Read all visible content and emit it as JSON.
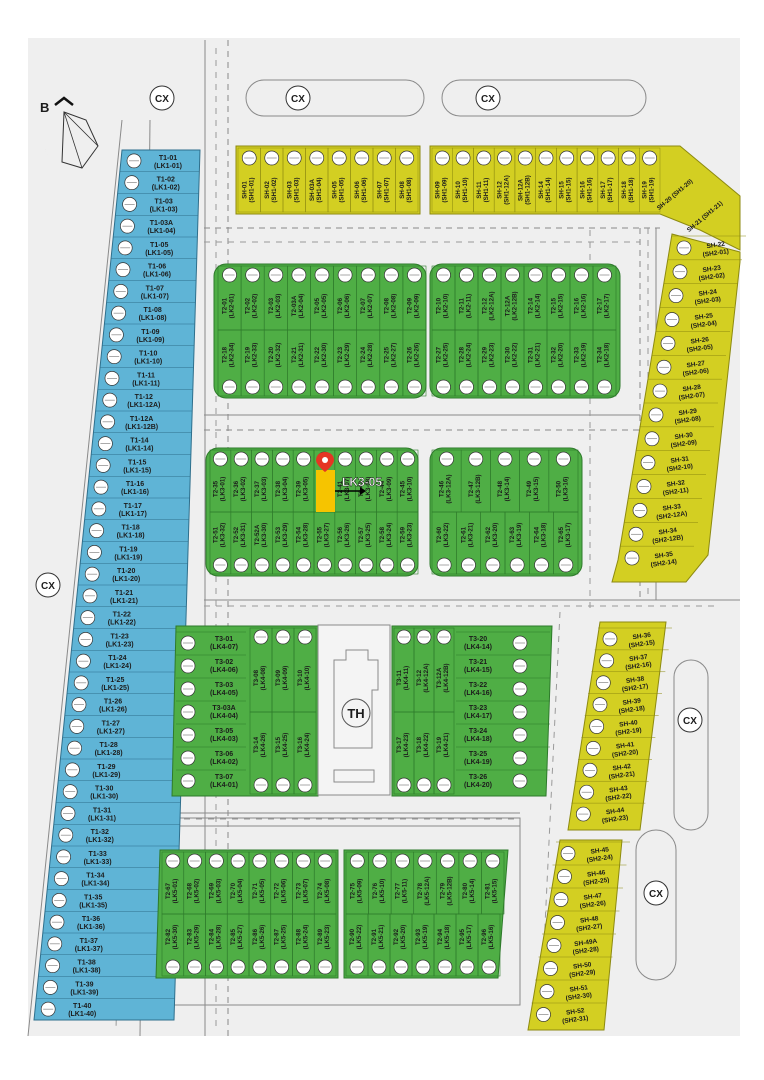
{
  "map": {
    "colors": {
      "paper": "#efefef",
      "road": "#f7f7f7",
      "green": "#4fae45",
      "greenEdge": "#2e7a2b",
      "yellow": "#d3cf22",
      "yellowEdge": "#8d8a10",
      "blue": "#5fb4d6",
      "blueEdge": "#2f6f8c",
      "highlight": "#f6c400",
      "pin": "#e53524",
      "kerb": "#8a8a8a"
    },
    "compass": {
      "letter": "B",
      "icon": "north-arrow-compass-icon"
    },
    "cx_labels": [
      "CX",
      "CX",
      "CX",
      "CX",
      "CX",
      "CX"
    ],
    "amenity_label": "TH",
    "highlight_label": "LK3-05",
    "t1_labels": [
      [
        "T1-01",
        "(LK1-01)"
      ],
      [
        "T1-02",
        "(LK1-02)"
      ],
      [
        "T1-03",
        "(LK1-03)"
      ],
      [
        "T1-03A",
        "(LK1-04)"
      ],
      [
        "T1-05",
        "(LK1-05)"
      ],
      [
        "T1-06",
        "(LK1-06)"
      ],
      [
        "T1-07",
        "(LK1-07)"
      ],
      [
        "T1-08",
        "(LK1-08)"
      ],
      [
        "T1-09",
        "(LK1-09)"
      ],
      [
        "T1-10",
        "(LK1-10)"
      ],
      [
        "T1-11",
        "(LK1-11)"
      ],
      [
        "T1-12",
        "(LK1-12A)"
      ],
      [
        "T1-12A",
        "(LK1-12B)"
      ],
      [
        "T1-14",
        "(LK1-14)"
      ],
      [
        "T1-15",
        "(LK1-15)"
      ],
      [
        "T1-16",
        "(LK1-16)"
      ],
      [
        "T1-17",
        "(LK1-17)"
      ],
      [
        "T1-18",
        "(LK1-18)"
      ],
      [
        "T1-19",
        "(LK1-19)"
      ],
      [
        "T1-20",
        "(LK1-20)"
      ],
      [
        "T1-21",
        "(LK1-21)"
      ],
      [
        "T1-22",
        "(LK1-22)"
      ],
      [
        "T1-23",
        "(LK1-23)"
      ],
      [
        "T1-24",
        "(LK1-24)"
      ],
      [
        "T1-25",
        "(LK1-25)"
      ],
      [
        "T1-26",
        "(LK1-26)"
      ],
      [
        "T1-27",
        "(LK1-27)"
      ],
      [
        "T1-28",
        "(LK1-28)"
      ],
      [
        "T1-29",
        "(LK1-29)"
      ],
      [
        "T1-30",
        "(LK1-30)"
      ],
      [
        "T1-31",
        "(LK1-31)"
      ],
      [
        "T1-32",
        "(LK1-32)"
      ],
      [
        "T1-33",
        "(LK1-33)"
      ],
      [
        "T1-34",
        "(LK1-34)"
      ],
      [
        "T1-35",
        "(LK1-35)"
      ],
      [
        "T1-36",
        "(LK1-36)"
      ],
      [
        "T1-37",
        "(LK1-37)"
      ],
      [
        "T1-38",
        "(LK1-38)"
      ],
      [
        "T1-39",
        "(LK1-39)"
      ],
      [
        "T1-40",
        "(LK1-40)"
      ]
    ],
    "sh_top_row": [
      [
        "SH-01",
        "(SH1-01)"
      ],
      [
        "SH-02",
        "(SH1-02)"
      ],
      [
        "SH-03",
        "(SH1-03)"
      ],
      [
        "SH-03A",
        "(SH1-04)"
      ],
      [
        "SH-05",
        "(SH1-05)"
      ],
      [
        "SH-06",
        "(SH1-06)"
      ],
      [
        "SH-07",
        "(SH1-07)"
      ],
      [
        "SH-08",
        "(SH1-08)"
      ],
      [
        "SH-09",
        "(SH1-09)"
      ],
      [
        "SH-10",
        "(SH1-10)"
      ],
      [
        "SH-11",
        "(SH1-11)"
      ],
      [
        "SH-12",
        "(SH1-12A)"
      ],
      [
        "SH-12A",
        "(SH1-12B)"
      ],
      [
        "SH-14",
        "(SH1-14)"
      ],
      [
        "SH-15",
        "(SH1-15)"
      ],
      [
        "SH-16",
        "(SH1-16)"
      ],
      [
        "SH-17",
        "(SH1-17)"
      ],
      [
        "SH-18",
        "(SH1-18)"
      ],
      [
        "SH-19",
        "(SH1-19)"
      ],
      [
        "SH-20",
        "(SH1-20)"
      ],
      [
        "SH-21",
        "(SH1-21)"
      ]
    ],
    "sh_right_col": [
      [
        "SH-22",
        "(SH2-01)"
      ],
      [
        "SH-23",
        "(SH2-02)"
      ],
      [
        "SH-24",
        "(SH2-03)"
      ],
      [
        "SH-25",
        "(SH2-04)"
      ],
      [
        "SH-26",
        "(SH2-05)"
      ],
      [
        "SH-27",
        "(SH2-06)"
      ],
      [
        "SH-28",
        "(SH2-07)"
      ],
      [
        "SH-29",
        "(SH2-08)"
      ],
      [
        "SH-30",
        "(SH2-09)"
      ],
      [
        "SH-31",
        "(SH2-10)"
      ],
      [
        "SH-32",
        "(SH2-11)"
      ],
      [
        "SH-33",
        "(SH2-12A)"
      ],
      [
        "SH-34",
        "(SH2-12B)"
      ],
      [
        "SH-35",
        "(SH2-14)"
      ]
    ],
    "sh_lower_col": [
      [
        "SH-36",
        "(SH2-15)"
      ],
      [
        "SH-37",
        "(SH2-16)"
      ],
      [
        "SH-38",
        "(SH2-17)"
      ],
      [
        "SH-39",
        "(SH2-18)"
      ],
      [
        "SH-40",
        "(SH2-19)"
      ],
      [
        "SH-41",
        "(SH2-20)"
      ],
      [
        "SH-42",
        "(SH2-21)"
      ],
      [
        "SH-43",
        "(SH2-22)"
      ],
      [
        "SH-44",
        "(SH2-23)"
      ]
    ],
    "sh_bottom_col": [
      [
        "SH-45",
        "(SH2-24)"
      ],
      [
        "SH-46",
        "(SH2-25)"
      ],
      [
        "SH-47",
        "(SH2-26)"
      ],
      [
        "SH-48",
        "(SH2-27)"
      ],
      [
        "SH-49A",
        "(SH2-28)"
      ],
      [
        "SH-50",
        "(SH2-29)"
      ],
      [
        "SH-51",
        "(SH2-30)"
      ],
      [
        "SH-52",
        "(SH2-31)"
      ]
    ],
    "t2_block1_top": [
      [
        "T2-01",
        "(LK2-01)"
      ],
      [
        "T2-02",
        "(LK2-02)"
      ],
      [
        "T2-03",
        "(LK2-03)"
      ],
      [
        "T2-03A",
        "(LK2-04)"
      ],
      [
        "T2-05",
        "(LK2-05)"
      ],
      [
        "T2-06",
        "(LK2-06)"
      ],
      [
        "T2-07",
        "(LK2-07)"
      ],
      [
        "T2-08",
        "(LK2-08)"
      ],
      [
        "T2-09",
        "(LK2-09)"
      ],
      [
        "T2-10",
        "(LK2-10)"
      ],
      [
        "T2-11",
        "(LK2-11)"
      ],
      [
        "T2-12",
        "(LK2-12A)"
      ],
      [
        "T2-12A",
        "(LK2-12B)"
      ],
      [
        "T2-14",
        "(LK2-14)"
      ],
      [
        "T2-15",
        "(LK2-15)"
      ],
      [
        "T2-16",
        "(LK2-16)"
      ],
      [
        "T2-17",
        "(LK2-17)"
      ]
    ],
    "t2_block1_bottom": [
      [
        "T2-18",
        "(LK2-34)"
      ],
      [
        "T2-19",
        "(LK2-33)"
      ],
      [
        "T2-20",
        "(LK2-32)"
      ],
      [
        "T2-21",
        "(LK2-31)"
      ],
      [
        "T2-22",
        "(LK2-30)"
      ],
      [
        "T2-23",
        "(LK2-29)"
      ],
      [
        "T2-24",
        "(LK2-28)"
      ],
      [
        "T2-25",
        "(LK2-27)"
      ],
      [
        "T2-26",
        "(LK2-26)"
      ],
      [
        "T2-27",
        "(LK2-25)"
      ],
      [
        "T2-28",
        "(LK2-24)"
      ],
      [
        "T2-29",
        "(LK2-23)"
      ],
      [
        "T2-30",
        "(LK2-22)"
      ],
      [
        "T2-31",
        "(LK2-21)"
      ],
      [
        "T2-32",
        "(LK2-20)"
      ],
      [
        "T2-33",
        "(LK2-19)"
      ],
      [
        "T2-34",
        "(LK2-18)"
      ]
    ],
    "t2_block2_top": [
      [
        "T2-35",
        "(LK3-01)"
      ],
      [
        "T2-36",
        "(LK3-02)"
      ],
      [
        "T2-37",
        "(LK3-03)"
      ],
      [
        "T2-38",
        "(LK3-04)"
      ],
      [
        "T2-39",
        "(LK3-05)"
      ],
      [
        "T2-40",
        "(LK3-06)"
      ],
      [
        "T2-41",
        "(LK3-07)"
      ],
      [
        "T2-42",
        "(LK3-08)"
      ],
      [
        "T2-44",
        "(LK3-09)"
      ],
      [
        "T2-45",
        "(LK3-10)"
      ],
      [
        "T2-46",
        "(LK3-12A)"
      ],
      [
        "T2-47",
        "(LK3-12B)"
      ],
      [
        "T2-48",
        "(LK3-14)"
      ],
      [
        "T2-49",
        "(LK3-15)"
      ],
      [
        "T2-50",
        "(LK3-16)"
      ]
    ],
    "t2_block2_bottom": [
      [
        "T2-51",
        "(LK3-32)"
      ],
      [
        "T2-52",
        "(LK3-31)"
      ],
      [
        "T2-52A",
        "(LK3-30)"
      ],
      [
        "T2-53",
        "(LK3-29)"
      ],
      [
        "T2-54",
        "(LK3-28)"
      ],
      [
        "T2-55",
        "(LK3-27)"
      ],
      [
        "T2-56",
        "(LK3-26)"
      ],
      [
        "T2-57",
        "(LK3-25)"
      ],
      [
        "T2-58",
        "(LK3-24)"
      ],
      [
        "T2-59",
        "(LK3-23)"
      ],
      [
        "T2-60",
        "(LK3-22)"
      ],
      [
        "T2-61",
        "(LK3-21)"
      ],
      [
        "T2-62",
        "(LK3-20)"
      ],
      [
        "T2-63",
        "(LK3-19)"
      ],
      [
        "T2-64",
        "(LK3-18)"
      ],
      [
        "T2-65",
        "(LK3-17)"
      ]
    ],
    "t3_left_col": [
      [
        "T3-01",
        "(LK4-07)"
      ],
      [
        "T3-02",
        "(LK4-06)"
      ],
      [
        "T3-03",
        "(LK4-05)"
      ],
      [
        "T3-03A",
        "(LK4-04)"
      ],
      [
        "T3-05",
        "(LK4-03)"
      ],
      [
        "T3-06",
        "(LK4-02)"
      ],
      [
        "T3-07",
        "(LK4-01)"
      ]
    ],
    "t3_left_inner": [
      [
        "T3-08",
        "(LK4-08)"
      ],
      [
        "T3-09",
        "(LK4-09)"
      ],
      [
        "T3-10",
        "(LK4-10)"
      ],
      [
        "T3-14",
        "(LK4-26)"
      ],
      [
        "T3-15",
        "(LK4-25)"
      ],
      [
        "T3-16",
        "(LK4-24)"
      ]
    ],
    "t3_right_inner": [
      [
        "T3-11",
        "(LK4-11)"
      ],
      [
        "T3-12",
        "(LK4-12A)"
      ],
      [
        "T3-12A",
        "(LK4-12B)"
      ],
      [
        "T3-17",
        "(LK4-23)"
      ],
      [
        "T3-18",
        "(LK4-22)"
      ],
      [
        "T3-19",
        "(LK4-21)"
      ]
    ],
    "t3_right_col": [
      [
        "T3-20",
        "(LK4-14)"
      ],
      [
        "T3-21",
        "(LK4-15)"
      ],
      [
        "T3-22",
        "(LK4-16)"
      ],
      [
        "T3-23",
        "(LK4-17)"
      ],
      [
        "T3-24",
        "(LK4-18)"
      ],
      [
        "T3-25",
        "(LK4-19)"
      ],
      [
        "T3-26",
        "(LK4-20)"
      ]
    ],
    "t2_block4_top": [
      [
        "T2-67",
        "(LK5-01)"
      ],
      [
        "T2-68",
        "(LK5-02)"
      ],
      [
        "T2-69",
        "(LK5-03)"
      ],
      [
        "T2-70",
        "(LK5-04)"
      ],
      [
        "T2-71",
        "(LK5-05)"
      ],
      [
        "T2-72",
        "(LK5-06)"
      ],
      [
        "T2-73",
        "(LK5-07)"
      ],
      [
        "T2-74",
        "(LK5-08)"
      ],
      [
        "T2-75",
        "(LK5-09)"
      ],
      [
        "T2-76",
        "(LK5-10)"
      ],
      [
        "T2-77",
        "(LK5-11)"
      ],
      [
        "T2-78",
        "(LK5-12A)"
      ],
      [
        "T2-79",
        "(LK5-12B)"
      ],
      [
        "T2-80",
        "(LK5-14)"
      ],
      [
        "T2-81",
        "(LK5-15)"
      ]
    ],
    "t2_block4_bottom": [
      [
        "T2-82",
        "(LK5-30)"
      ],
      [
        "T2-83",
        "(LK5-29)"
      ],
      [
        "T2-84",
        "(LK5-28)"
      ],
      [
        "T2-85",
        "(LK5-27)"
      ],
      [
        "T2-86",
        "(LK5-26)"
      ],
      [
        "T2-87",
        "(LK5-25)"
      ],
      [
        "T2-88",
        "(LK5-24)"
      ],
      [
        "T2-89",
        "(LK5-23)"
      ],
      [
        "T2-90",
        "(LK5-22)"
      ],
      [
        "T2-91",
        "(LK5-21)"
      ],
      [
        "T2-92",
        "(LK5-20)"
      ],
      [
        "T2-93",
        "(LK5-19)"
      ],
      [
        "T2-94",
        "(LK5-18)"
      ],
      [
        "T2-95",
        "(LK5-17)"
      ],
      [
        "T2-96",
        "(LK5-16)"
      ]
    ]
  }
}
